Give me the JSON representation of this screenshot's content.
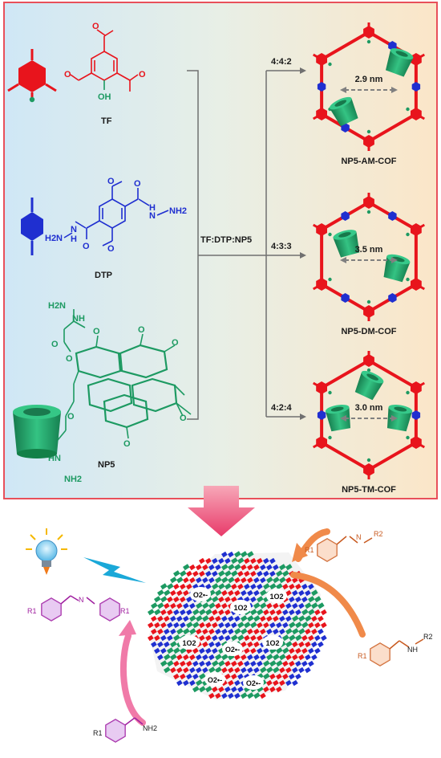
{
  "monomers": {
    "tf": {
      "name": "TF",
      "color": "#e8141c"
    },
    "dtp": {
      "name": "DTP",
      "color": "#1f2fd0"
    },
    "np5": {
      "name": "NP5",
      "color": "#1d9a62"
    }
  },
  "ratio_label": "TF:DTP:NP5",
  "branches": [
    {
      "ratio": "4:4:2",
      "pore": "2.9 nm",
      "name": "NP5-AM-COF"
    },
    {
      "ratio": "4:3:3",
      "pore": "3.5 nm",
      "name": "NP5-DM-COF"
    },
    {
      "ratio": "4:2:4",
      "pore": "3.0 nm",
      "name": "NP5-TM-COF"
    }
  ],
  "atoms": {
    "oh": "OH",
    "o": "O",
    "nh": "NH",
    "nh2": "NH2",
    "h2n": "H2N",
    "hn": "HN",
    "h": "H",
    "n": "N",
    "r1": "R1",
    "r2": "R2",
    "n_h2": "N",
    "h2_sub": "H2"
  },
  "ros": [
    "O2•-",
    "1O2"
  ],
  "colors": {
    "frame": "#e8505a",
    "arrow_pink": "#f06a8a",
    "arrow_orange": "#f08a4a",
    "cof_red": "#e8141c",
    "cof_blue": "#1f2fd0",
    "cof_green": "#1d9a62",
    "product_purple": "#a020a0",
    "product_orange": "#c85a20"
  }
}
